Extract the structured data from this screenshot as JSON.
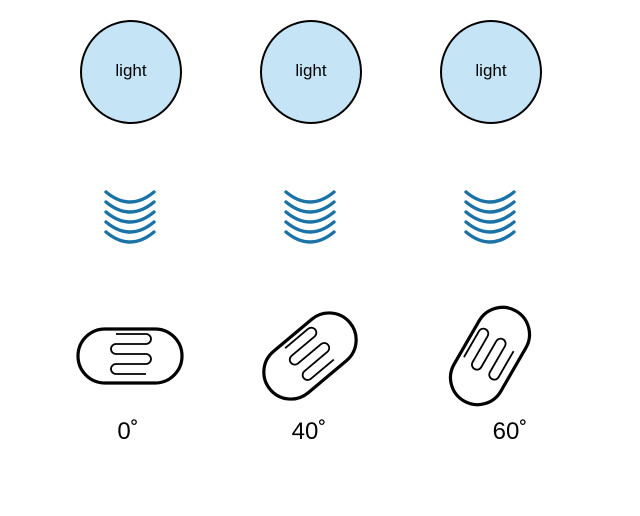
{
  "light_label": "light",
  "colors": {
    "light_fill": "#c5e5f7",
    "wave_color": "#1a72a6",
    "outline": "#000000"
  },
  "panels": [
    {
      "angle_label": "0˚",
      "rotation_deg": 0
    },
    {
      "angle_label": "40˚",
      "rotation_deg": -40
    },
    {
      "angle_label": "60˚",
      "rotation_deg": -60
    }
  ],
  "icons": {
    "light_wave": "light-waves-icon",
    "sensor": "photoresistor-icon"
  }
}
